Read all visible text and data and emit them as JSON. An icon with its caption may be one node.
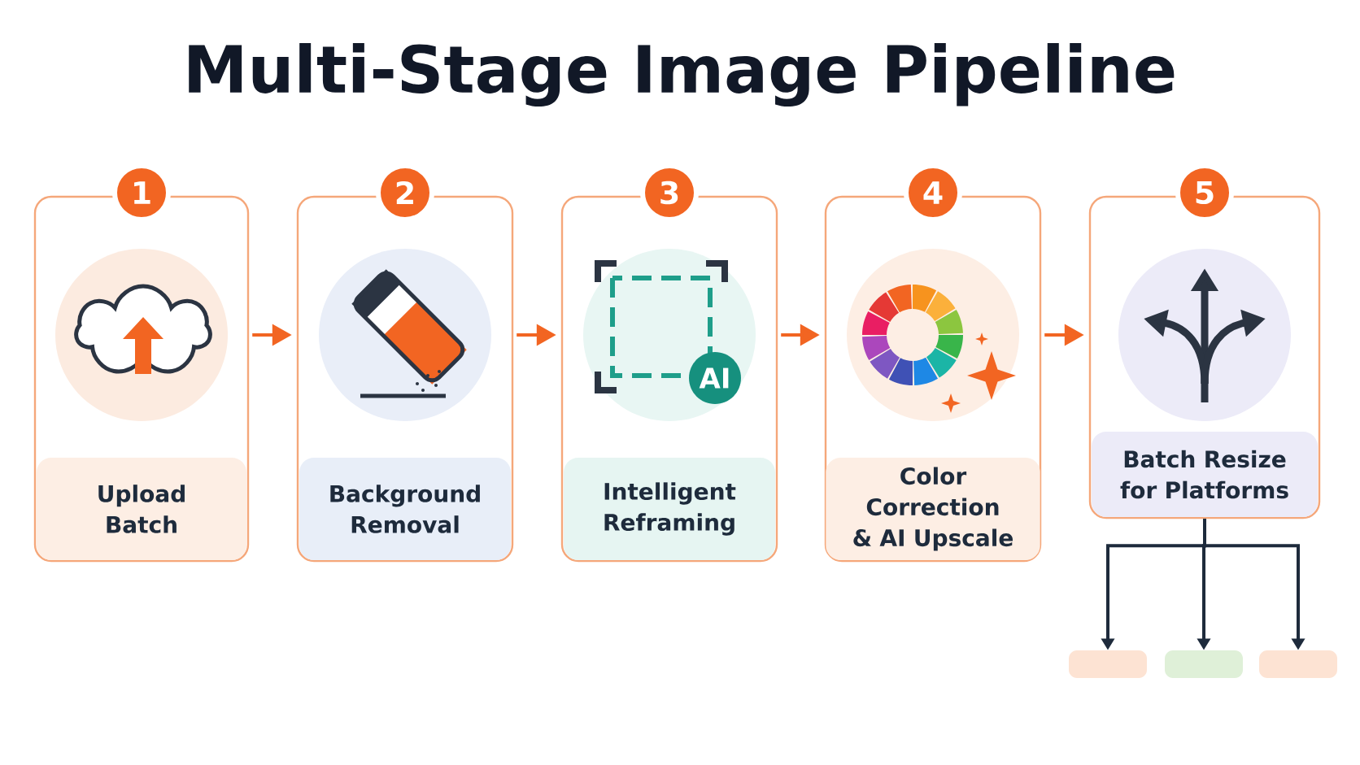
{
  "diagram": {
    "title": "Multi-Stage Image Pipeline",
    "nodes": [
      {
        "text": [
          "1",
          "Upload Batch"
        ]
      },
      {
        "text": [
          "2",
          "Background Removal"
        ]
      },
      {
        "text": [
          "3",
          "Intelligent Reframing"
        ]
      },
      {
        "text": [
          "4",
          "Color Correction & AI Upscale"
        ]
      },
      {
        "text": [
          "5",
          "Batch Resize for Platforms"
        ]
      },
      {
        "text": [],
        "shape": "box"
      },
      {
        "text": [],
        "shape": "box"
      },
      {
        "text": [],
        "shape": "box"
      }
    ],
    "edges": [
      {
        "from": 0,
        "to": 1,
        "arrow": "to"
      },
      {
        "from": 1,
        "to": 2,
        "arrow": "to"
      },
      {
        "from": 2,
        "to": 3,
        "arrow": "to"
      },
      {
        "from": 3,
        "to": 4,
        "arrow": "to"
      },
      {
        "from": 4,
        "to": 5,
        "arrow": "to",
        "color": "#1e2b3c"
      },
      {
        "from": 4,
        "to": 6,
        "arrow": "to",
        "color": "#1e2b3c"
      },
      {
        "from": 4,
        "to": 7,
        "arrow": "to",
        "color": "#1e2b3c"
      }
    ],
    "labels": [
      "AI"
    ]
  }
}
